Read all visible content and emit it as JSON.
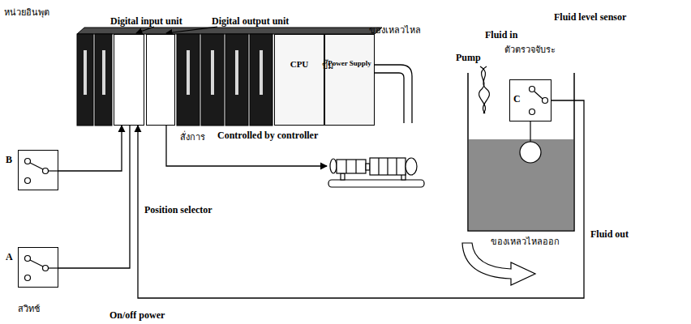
{
  "diagram": {
    "nodes": [
      {
        "text": [
          "Digital input unit"
        ]
      },
      {
        "text": [
          "Digital output unit"
        ]
      },
      {
        "text": [
          "CPU"
        ]
      },
      {
        "text": [
          "Power Supply"
        ]
      },
      {
        "text": [
          "B"
        ]
      },
      {
        "text": [
          "A"
        ]
      },
      {
        "text": [
          "C"
        ]
      }
    ],
    "edges": [
      {
        "from": 4,
        "to": 0,
        "arrow": "to"
      },
      {
        "from": 5,
        "to": 0,
        "arrow": "none"
      },
      {
        "from": 6,
        "to": 0,
        "arrow": "to"
      }
    ],
    "labels": [
      "หน่วยอินพุต",
      "ของเหลวไหล",
      "ปั๊ม",
      "Pump",
      "Fluid in",
      "ตัวตรวจจับระ",
      "Fluid level sensor",
      "สั่งการ",
      "Controlled by controller",
      "ของเหลวไหลออก",
      "Fluid out",
      "Position selector",
      "สวิทช์",
      "On/off power"
    ]
  }
}
